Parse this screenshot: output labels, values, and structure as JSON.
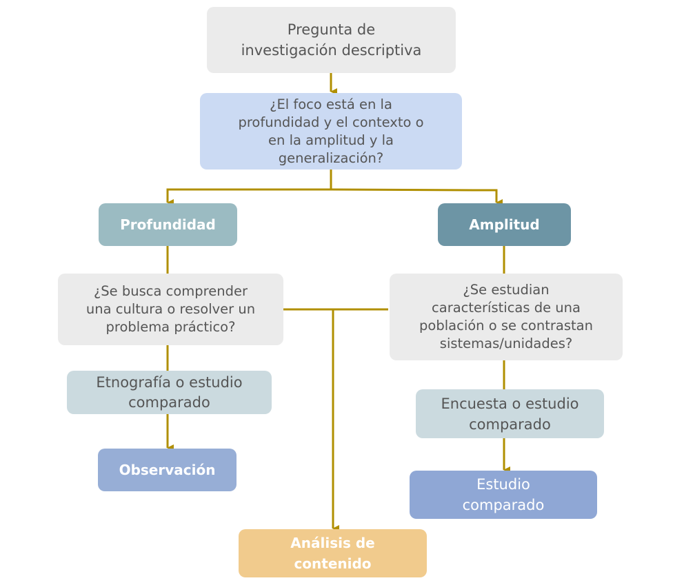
{
  "colors": {
    "connector": "#b08f00",
    "root": "#ebebeb",
    "question_main": "#cbdaf3",
    "profundidad": "#9bbbc2",
    "amplitud": "#6d95a5",
    "question_secondary": "#ebebeb",
    "method": "#cbdadf",
    "observacion": "#97aed6",
    "estudio_comparado": "#8fa7d5",
    "analisis": "#f1cb8d"
  },
  "nodes": {
    "root": "Pregunta de\ninvestigación descriptiva",
    "focus_question": "¿El foco está en la\nprofundidad y el contexto o\nen la amplitud y la\ngeneralización?",
    "profundidad": "Profundidad",
    "amplitud": "Amplitud",
    "culture_question": "¿Se busca comprender\nuna cultura o resolver un\nproblema práctico?",
    "population_question": "¿Se estudian\ncaracterísticas de una\npoblación o se contrastan\nsistemas/unidades?",
    "etnografia": "Etnografía o estudio\ncomparado",
    "encuesta": "Encuesta o estudio\ncomparado",
    "observacion": "Observación",
    "estudio_comparado": "Estudio\ncomparado",
    "analisis_contenido": "Análisis de\ncontenido"
  }
}
